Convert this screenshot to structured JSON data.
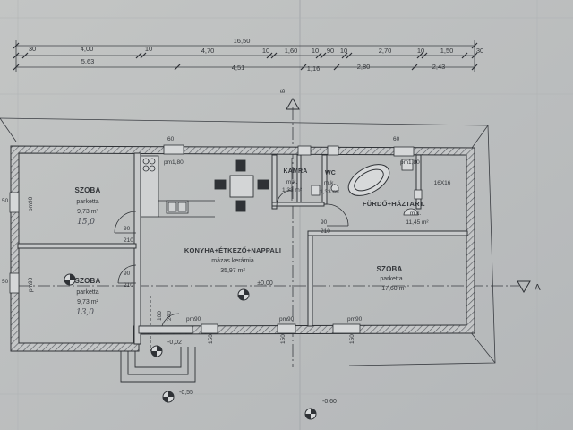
{
  "dimensions": {
    "row1": [
      "16,50"
    ],
    "row2": [
      "30",
      "4,00",
      "10",
      "4,70",
      "10",
      "1,60",
      "10",
      "90",
      "10",
      "2,70",
      "10",
      "1,50",
      "30"
    ],
    "row3": [
      "5,63",
      "4,51",
      "1,16",
      "2,80",
      "2,43"
    ]
  },
  "section_marks": {
    "b": "B",
    "a": "A"
  },
  "rooms": {
    "szoba_left_top": {
      "name": "SZOBA",
      "floor": "parketta",
      "area": "9,73 m²",
      "handwritten": "15,0"
    },
    "szoba_left_bottom": {
      "name": "SZOBA",
      "floor": "parketta",
      "area": "9,73 m²",
      "handwritten": "13,0"
    },
    "kamra": {
      "name": "KAMRA",
      "floor": "m.k.",
      "area": "1,33 m²"
    },
    "wc": {
      "name": "WC",
      "floor": "m.k.",
      "area": "1,33 m²"
    },
    "furdo": {
      "name": "FÜRDŐ+HÁZTART.",
      "floor": "m.k.",
      "area": "11,45 m²",
      "tile": "16X16"
    },
    "konyha": {
      "name": "KONYHA+ÉTKEZŐ+NAPPALI",
      "floor": "mázas kerámia",
      "area": "35,97 m²"
    },
    "szoba_right": {
      "name": "SZOBA",
      "floor": "parketta",
      "area": "17,60 m²"
    }
  },
  "levels": {
    "main": "±0,00",
    "entry": "-0,02",
    "step": "-0,55",
    "outside": "-0,60"
  },
  "opening_labels": {
    "pm180_a": "pm1,80",
    "pm180_b": "pm1,80",
    "pm90_a": "pm90",
    "pm90_b": "pm90",
    "pm90_c": "pm90",
    "pm90_d": "pm90",
    "pm90_e": "pm90",
    "w60": "60",
    "w90": "90",
    "w210": "210",
    "w150": "150",
    "w50": "50",
    "w100": "100",
    "w240": "240"
  }
}
